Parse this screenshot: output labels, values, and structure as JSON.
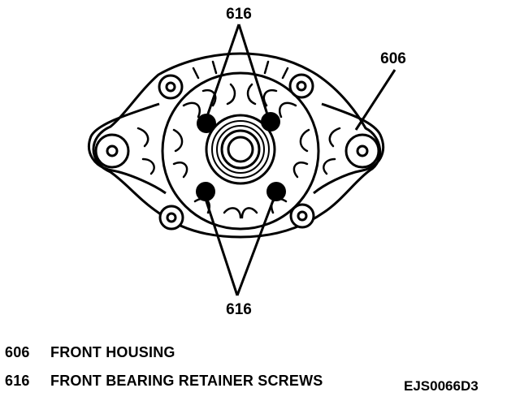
{
  "callouts": {
    "top": "616",
    "right": "606",
    "bottom": "616"
  },
  "legend": [
    {
      "number": "606",
      "description": "FRONT HOUSING"
    },
    {
      "number": "616",
      "description": "FRONT BEARING RETAINER SCREWS"
    }
  ],
  "figure_code": "EJS0066D3"
}
